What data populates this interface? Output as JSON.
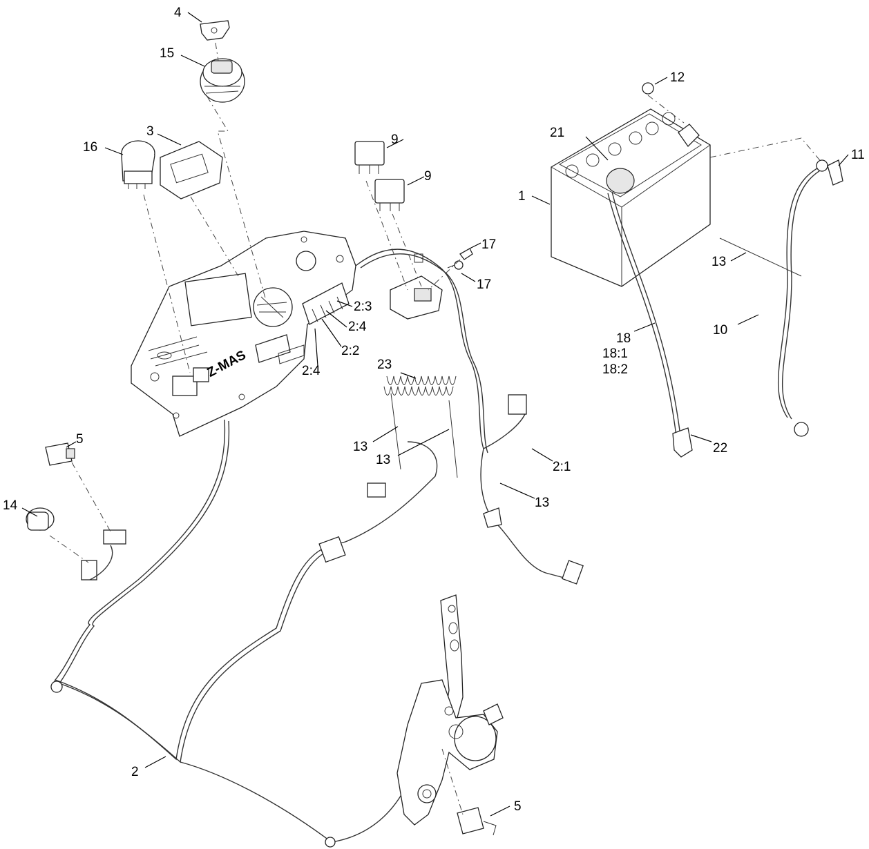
{
  "callouts": {
    "c1": "1",
    "c2": "2",
    "c2_1": "2:1",
    "c2_2": "2:2",
    "c2_3": "2:3",
    "c2_4a": "2:4",
    "c2_4b": "2:4",
    "c3": "3",
    "c4": "4",
    "c5a": "5",
    "c5b": "5",
    "c9a": "9",
    "c9b": "9",
    "c10": "10",
    "c11": "11",
    "c12": "12",
    "c13a": "13",
    "c13b": "13",
    "c13c": "13",
    "c13d": "13",
    "c14": "14",
    "c15": "15",
    "c16": "16",
    "c17a": "17",
    "c17b": "17",
    "c18": "18",
    "c18_1": "18:1",
    "c18_2": "18:2",
    "c21": "21",
    "c22": "22",
    "c23": "23"
  },
  "panel_logo": "Z-MAS"
}
